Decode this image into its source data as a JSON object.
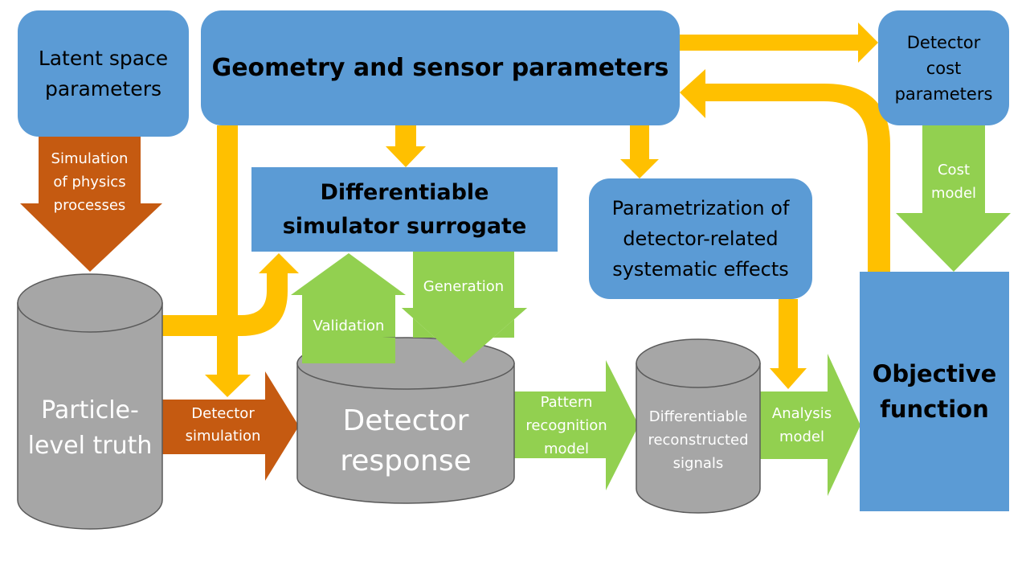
{
  "colors": {
    "blue": "#5b9bd5",
    "yellow": "#ffc000",
    "orange": "#c55a11",
    "green": "#92d050",
    "gray": "#a6a6a6",
    "cylinder_outline": "#5a5a5a"
  },
  "boxes": {
    "latent": "Latent space\nparameters",
    "geometry": "Geometry and sensor parameters",
    "detector_cost": "Detector\ncost\nparameters",
    "surrogate": "Differentiable\nsimulator surrogate",
    "parametrization": "Parametrization of\ndetector-related\nsystematic effects",
    "objective": "Objective\nfunction"
  },
  "cylinders": {
    "particle_truth": "Particle-\nlevel truth",
    "detector_response": "Detector\nresponse",
    "reconstructed": "Differentiable\nreconstructed\nsignals"
  },
  "arrows": {
    "simulation_physics": "Simulation\nof physics\nprocesses",
    "detector_simulation": "Detector\nsimulation",
    "validation": "Validation",
    "generation": "Generation",
    "pattern_recognition": "Pattern\nrecognition\nmodel",
    "analysis_model": "Analysis\nmodel",
    "cost_model": "Cost\nmodel"
  }
}
